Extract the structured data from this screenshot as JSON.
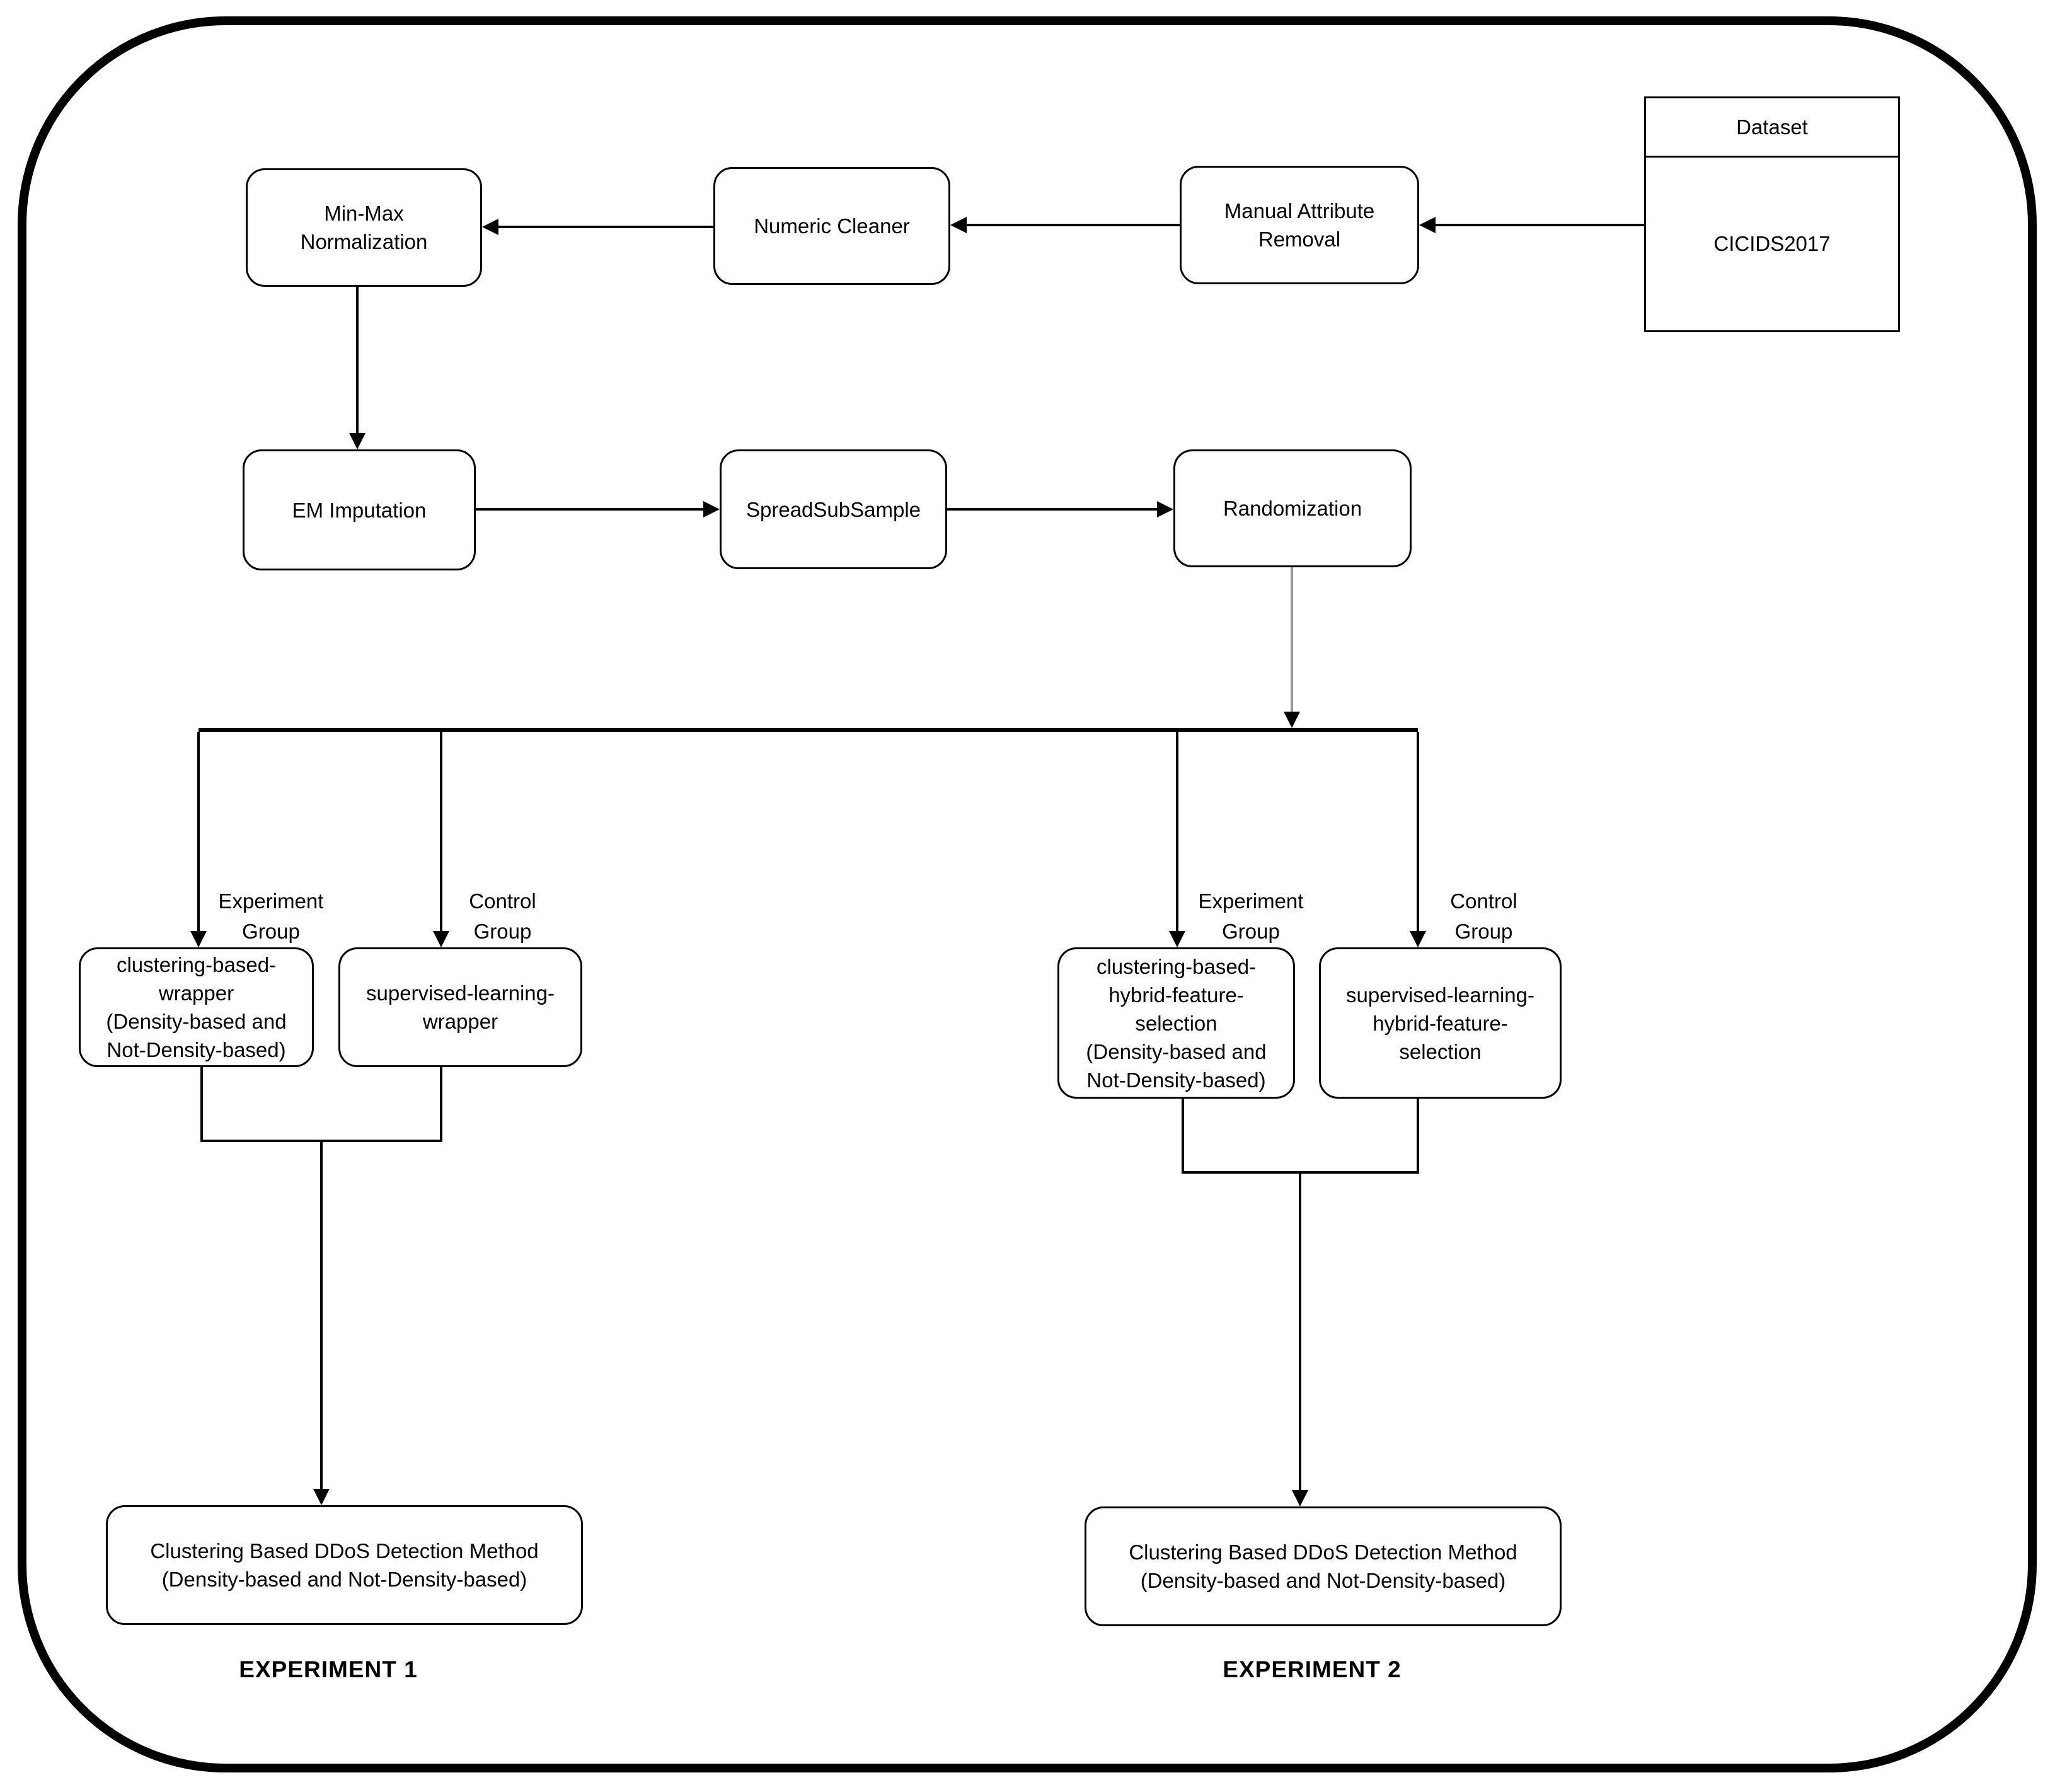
{
  "dataset_box": {
    "header": "Dataset",
    "body": "CICIDS2017"
  },
  "nodes": {
    "min_max": "Min-Max\nNormalization",
    "numeric_cleaner": "Numeric Cleaner",
    "manual_attribute_removal": "Manual Attribute\nRemoval",
    "em_imputation": "EM Imputation",
    "spread_subsample": "SpreadSubSample",
    "randomization": "Randomization",
    "exp1_experiment_box": "clustering-based-\nwrapper\n(Density-based and\nNot-Density-based)",
    "exp1_control_box": "supervised-learning-\nwrapper",
    "exp2_experiment_box": "clustering-based-\nhybrid-feature-\nselection\n(Density-based and\nNot-Density-based)",
    "exp2_control_box": "supervised-learning-\nhybrid-feature-\nselection",
    "exp1_result_box": "Clustering Based DDoS Detection Method\n(Density-based and Not-Density-based)",
    "exp2_result_box": "Clustering Based DDoS Detection Method\n(Density-based and Not-Density-based)"
  },
  "branch_labels": {
    "exp1_experiment": "Experiment\nGroup",
    "exp1_control": "Control\nGroup",
    "exp2_experiment": "Experiment\nGroup",
    "exp2_control": "Control\nGroup"
  },
  "captions": {
    "experiment_1": "EXPERIMENT 1",
    "experiment_2": "EXPERIMENT 2"
  },
  "colors": {
    "line": "#000000",
    "randomization_drop_line": "#999999",
    "background": "#ffffff",
    "node_fill": "#ffffff"
  }
}
